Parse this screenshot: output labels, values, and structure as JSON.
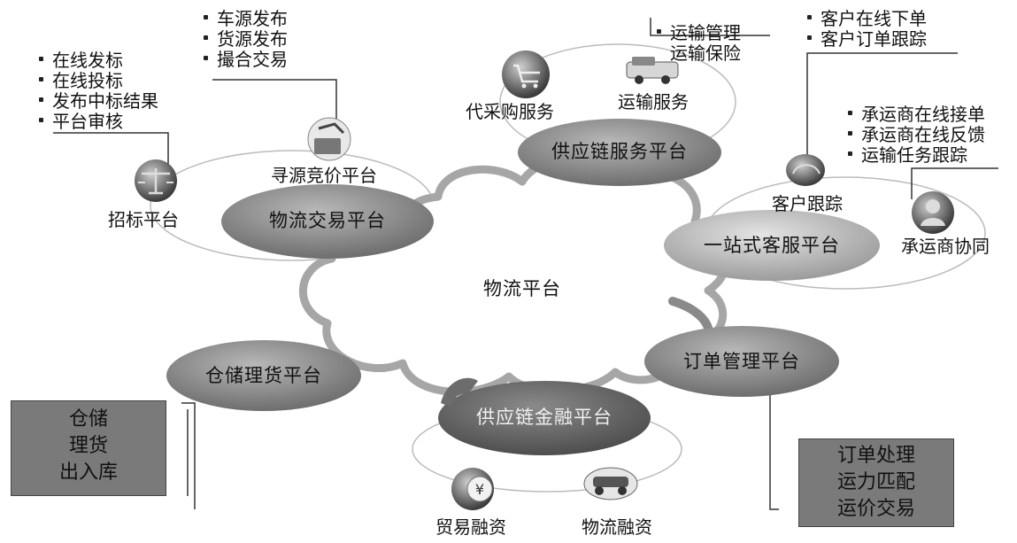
{
  "center_label": "物流平台",
  "platforms": {
    "supply_chain_service": "供应链服务平台",
    "logistics_trade": "物流交易平台",
    "one_stop_service": "一站式客服平台",
    "order_management": "订单管理平台",
    "warehouse_management": "仓储理货平台",
    "supply_chain_finance": "供应链金融平台"
  },
  "sub_nodes": {
    "procurement_service": "代采购服务",
    "transport_service": "运输服务",
    "sourcing_bidding": "寻源竞价平台",
    "bidding_platform": "招标平台",
    "customer_tracking": "客户跟踪",
    "carrier_collaboration": "承运商协同",
    "trade_financing": "贸易融资",
    "logistics_financing": "物流融资"
  },
  "bullet_lists": {
    "transport": [
      "运输管理",
      "运输保险"
    ],
    "sourcing": [
      "车源发布",
      "货源发布",
      "撮合交易"
    ],
    "bidding": [
      "在线发标",
      "在线投标",
      "发布中标结果",
      "平台审核"
    ],
    "customer": [
      "客户在线下单",
      "客户订单跟踪"
    ],
    "carrier": [
      "承运商在线接单",
      "承运商在线反馈",
      "运输任务跟踪"
    ]
  },
  "boxes": {
    "warehouse": [
      "仓储",
      "理货",
      "出入库"
    ],
    "order": [
      "订单处理",
      "运力匹配",
      "运价交易"
    ]
  },
  "icons": {
    "yen_symbol": "¥"
  },
  "colors": {
    "dark_ellipse": "#5e5e5e",
    "mid_ellipse": "#8c8c8c",
    "light_ellipse": "#b5b5b5",
    "cloud_stroke": "#a6a6a6",
    "box_fill": "#7a7a7a"
  }
}
